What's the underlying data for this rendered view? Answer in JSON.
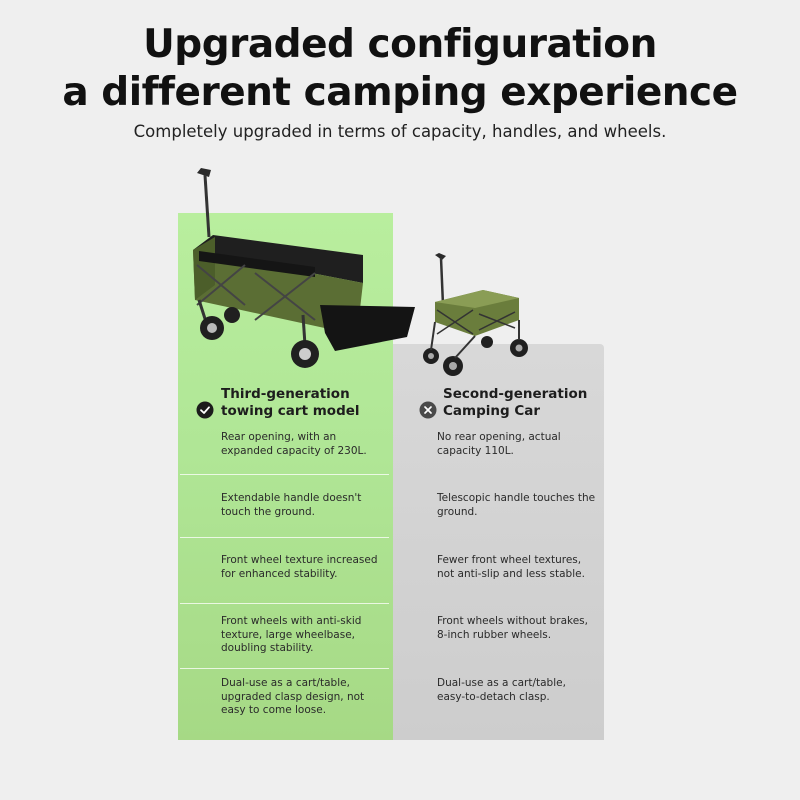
{
  "header": {
    "title_line1": "Upgraded configuration",
    "title_line2": "a different camping experience",
    "subtitle": "Completely upgraded in terms of capacity, handles, and wheels."
  },
  "comparison": {
    "left": {
      "heading": "Third-generation towing cart model",
      "status_icon": "check-circle-icon",
      "color": "#b4ea9a",
      "rows": [
        "Rear opening, with an expanded capacity of 230L.",
        "Extendable handle doesn't touch the ground.",
        "Front wheel texture increased for enhanced stability.",
        "Front wheels with anti-skid texture, large wheelbase, doubling stability.",
        "Dual-use as a cart/table, upgraded clasp design, not easy to come loose."
      ]
    },
    "right": {
      "heading": "Second-generation Camping Car",
      "status_icon": "x-circle-icon",
      "color": "#d3d3d3",
      "rows": [
        "No rear opening, actual capacity 110L.",
        "Telescopic handle touches the ground.",
        "Fewer front wheel textures, not anti-slip and less stable.",
        "Front wheels without brakes, 8-inch rubber wheels.",
        "Dual-use as a cart/table, easy-to-detach clasp."
      ]
    }
  }
}
